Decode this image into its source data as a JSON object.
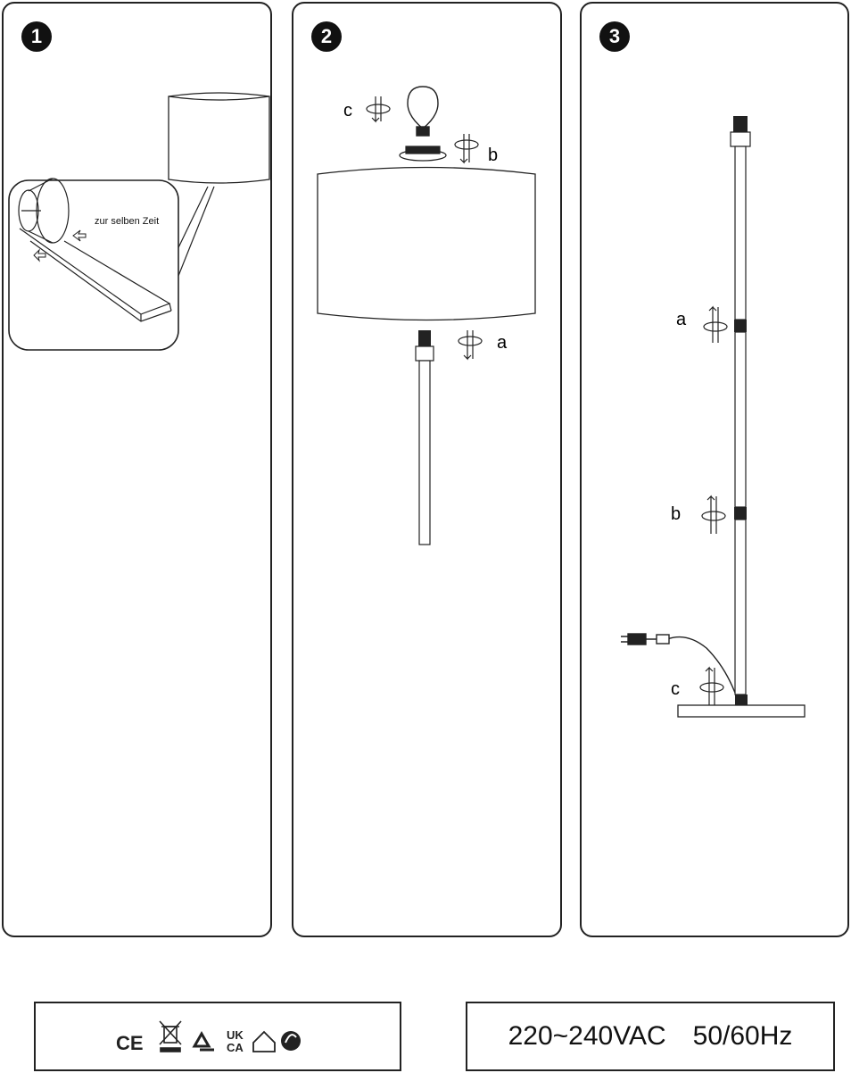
{
  "steps": [
    {
      "number": "1",
      "annotation": "zur selben Zeit"
    },
    {
      "number": "2",
      "labels": {
        "a": "a",
        "b": "b",
        "c": "c"
      }
    },
    {
      "number": "3",
      "labels": {
        "a": "a",
        "b": "b",
        "c": "c"
      }
    }
  ],
  "footer": {
    "symbols": {
      "ce": "CE",
      "ukca_top": "UK",
      "ukca_bottom": "CA",
      "icons": [
        "ce-mark-icon",
        "weee-bin-icon",
        "recycle-icon",
        "ukca-mark-icon",
        "indoor-use-icon",
        "green-dot-icon"
      ]
    },
    "voltage": "220~240VAC",
    "frequency": "50/60Hz"
  }
}
